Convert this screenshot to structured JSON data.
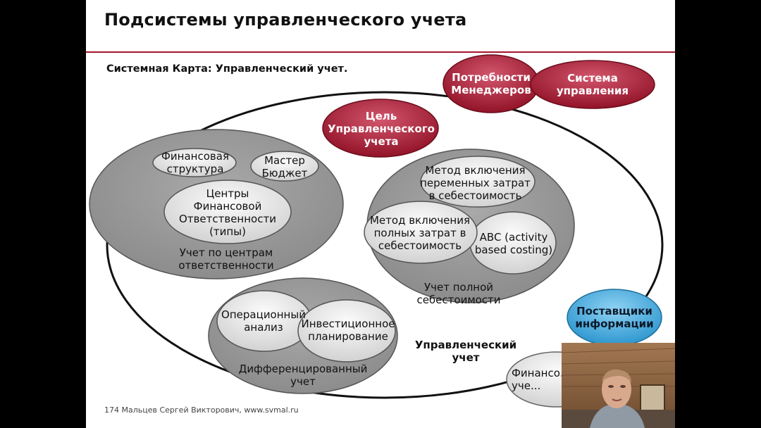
{
  "slide": {
    "title": "Подсистемы управленческого учета",
    "subtitle": "Системная Карта: Управленческий учет.",
    "footer": "174  Мальцев Сергей Викторович, www.svmal.ru"
  },
  "diagram": {
    "needs": "Потребности Менеджеров",
    "control_system": "Система управления",
    "goal": "Цель Управленческого учета",
    "managerial_accounting": "Управленческий учет",
    "responsibility": {
      "group": "Учет по центрам ответственности",
      "financial_structure": "Финансовая структура",
      "master_budget": "Мастер Бюджет",
      "centers": "Центры Финансовой Ответственности (типы)"
    },
    "full_cost": {
      "group": "Учет полной себестоимости",
      "variable_costing": "Метод включения переменных затрат в себестоимость",
      "absorption_costing": "Метод включения полных затрат в себестоимость",
      "abc": "ABC (activity based costing)"
    },
    "differentiated": {
      "group": "Дифференцированный учет",
      "operational": "Операционный анализ",
      "investment": "Инвестиционное планирование"
    },
    "suppliers": "Поставщики информации",
    "financial_partial": "Финансо... уче..."
  },
  "colors": {
    "accent": "#a5162d",
    "red_ellipse": "#a51c35",
    "gray_group": "#9a9a9a",
    "light_ellipse": "#e4e4e4",
    "blue_ellipse": "#4aaee0"
  }
}
